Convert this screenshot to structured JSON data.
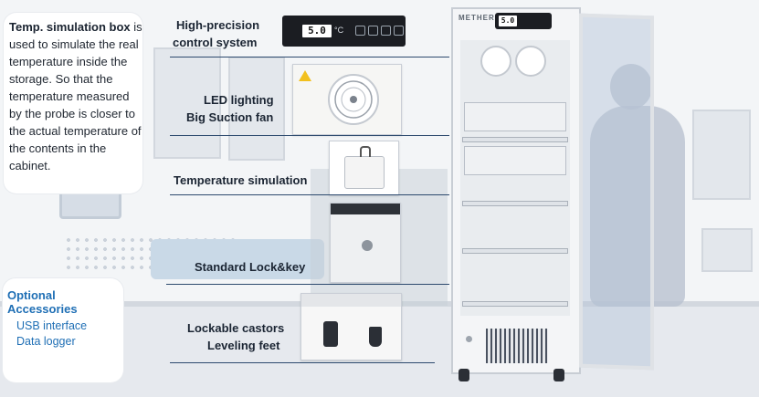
{
  "temp_box_card": {
    "title": "Temp. simulation box",
    "body": "is used to simulate the real temperature inside the storage. So that the temperature measured by the probe is closer to the actual temperature of the contents in the cabinet."
  },
  "accessories_card": {
    "title": "Optional Accessories",
    "items": [
      "USB interface",
      "Data logger"
    ]
  },
  "callouts": {
    "control": [
      "High-precision",
      "control system"
    ],
    "fan": [
      "LED lighting",
      "Big Suction fan"
    ],
    "sim": "Temperature simulation",
    "lock": "Standard Lock&key",
    "castors": [
      "Lockable castors",
      "Leveling feet"
    ]
  },
  "control_panel": {
    "display_value": "5.0",
    "unit": "°C"
  },
  "fridge": {
    "brand": "METHER",
    "display_value": "5.0"
  },
  "colors": {
    "accent_blue": "#1f6fb5",
    "rule_navy": "#2d4a6e"
  }
}
